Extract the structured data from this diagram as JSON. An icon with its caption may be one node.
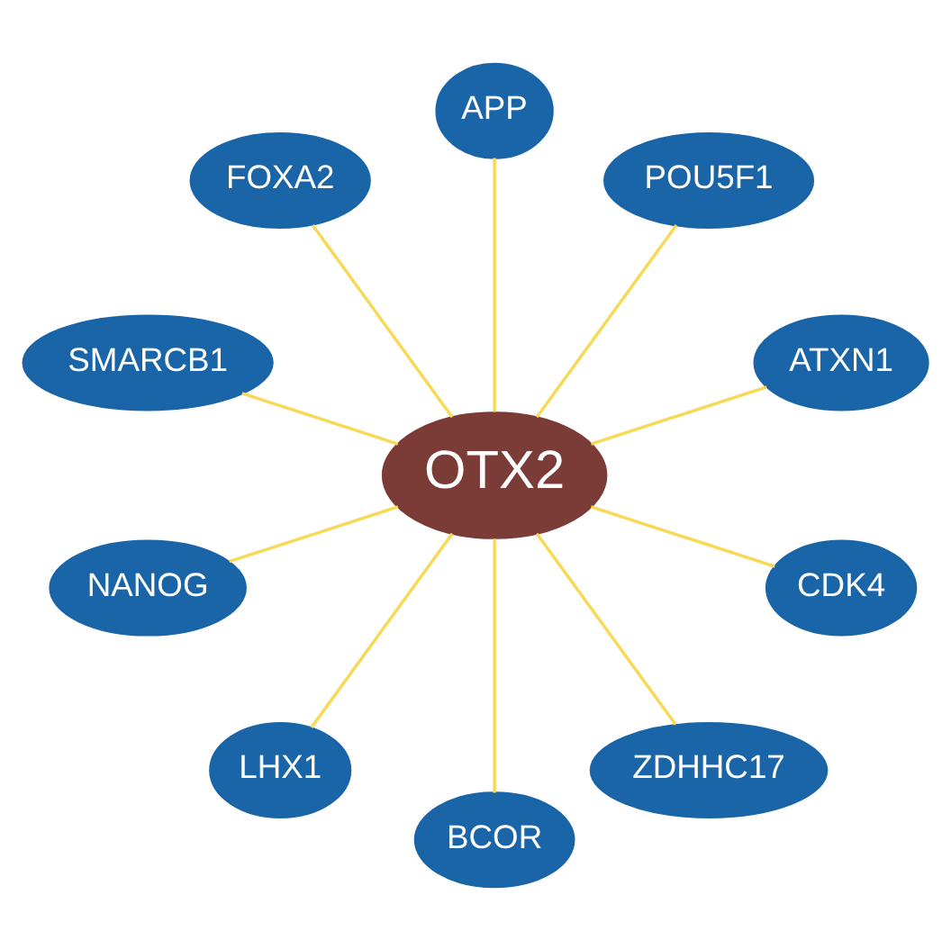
{
  "diagram": {
    "nodes": [
      {
        "text": [
          "ATXN1"
        ]
      },
      {
        "text": [
          "POU5F1"
        ]
      },
      {
        "text": [
          "APP"
        ]
      },
      {
        "text": [
          "FOXA2"
        ]
      },
      {
        "text": [
          "SMARCB1"
        ]
      },
      {
        "text": [
          "OTX2"
        ]
      },
      {
        "text": [
          "NANOG"
        ]
      },
      {
        "text": [
          "LHX1"
        ]
      },
      {
        "text": [
          "BCOR"
        ]
      },
      {
        "text": [
          "ZDHHC17"
        ]
      },
      {
        "text": [
          "CDK4"
        ]
      }
    ],
    "edges": [
      {
        "from": 5,
        "to": 0,
        "arrow": "none"
      },
      {
        "from": 5,
        "to": 2,
        "arrow": "none"
      },
      {
        "from": 5,
        "to": 4,
        "arrow": "none"
      },
      {
        "from": 5,
        "to": 7,
        "arrow": "none"
      },
      {
        "from": 5,
        "to": 9,
        "arrow": "none"
      },
      {
        "from": 5,
        "to": 10,
        "arrow": "none"
      },
      {
        "from": 5,
        "to": 8,
        "arrow": "none"
      },
      {
        "from": 5,
        "to": 6,
        "arrow": "none"
      },
      {
        "from": 5,
        "to": 3,
        "arrow": "none"
      },
      {
        "from": 5,
        "to": 1,
        "arrow": "none"
      }
    ]
  }
}
